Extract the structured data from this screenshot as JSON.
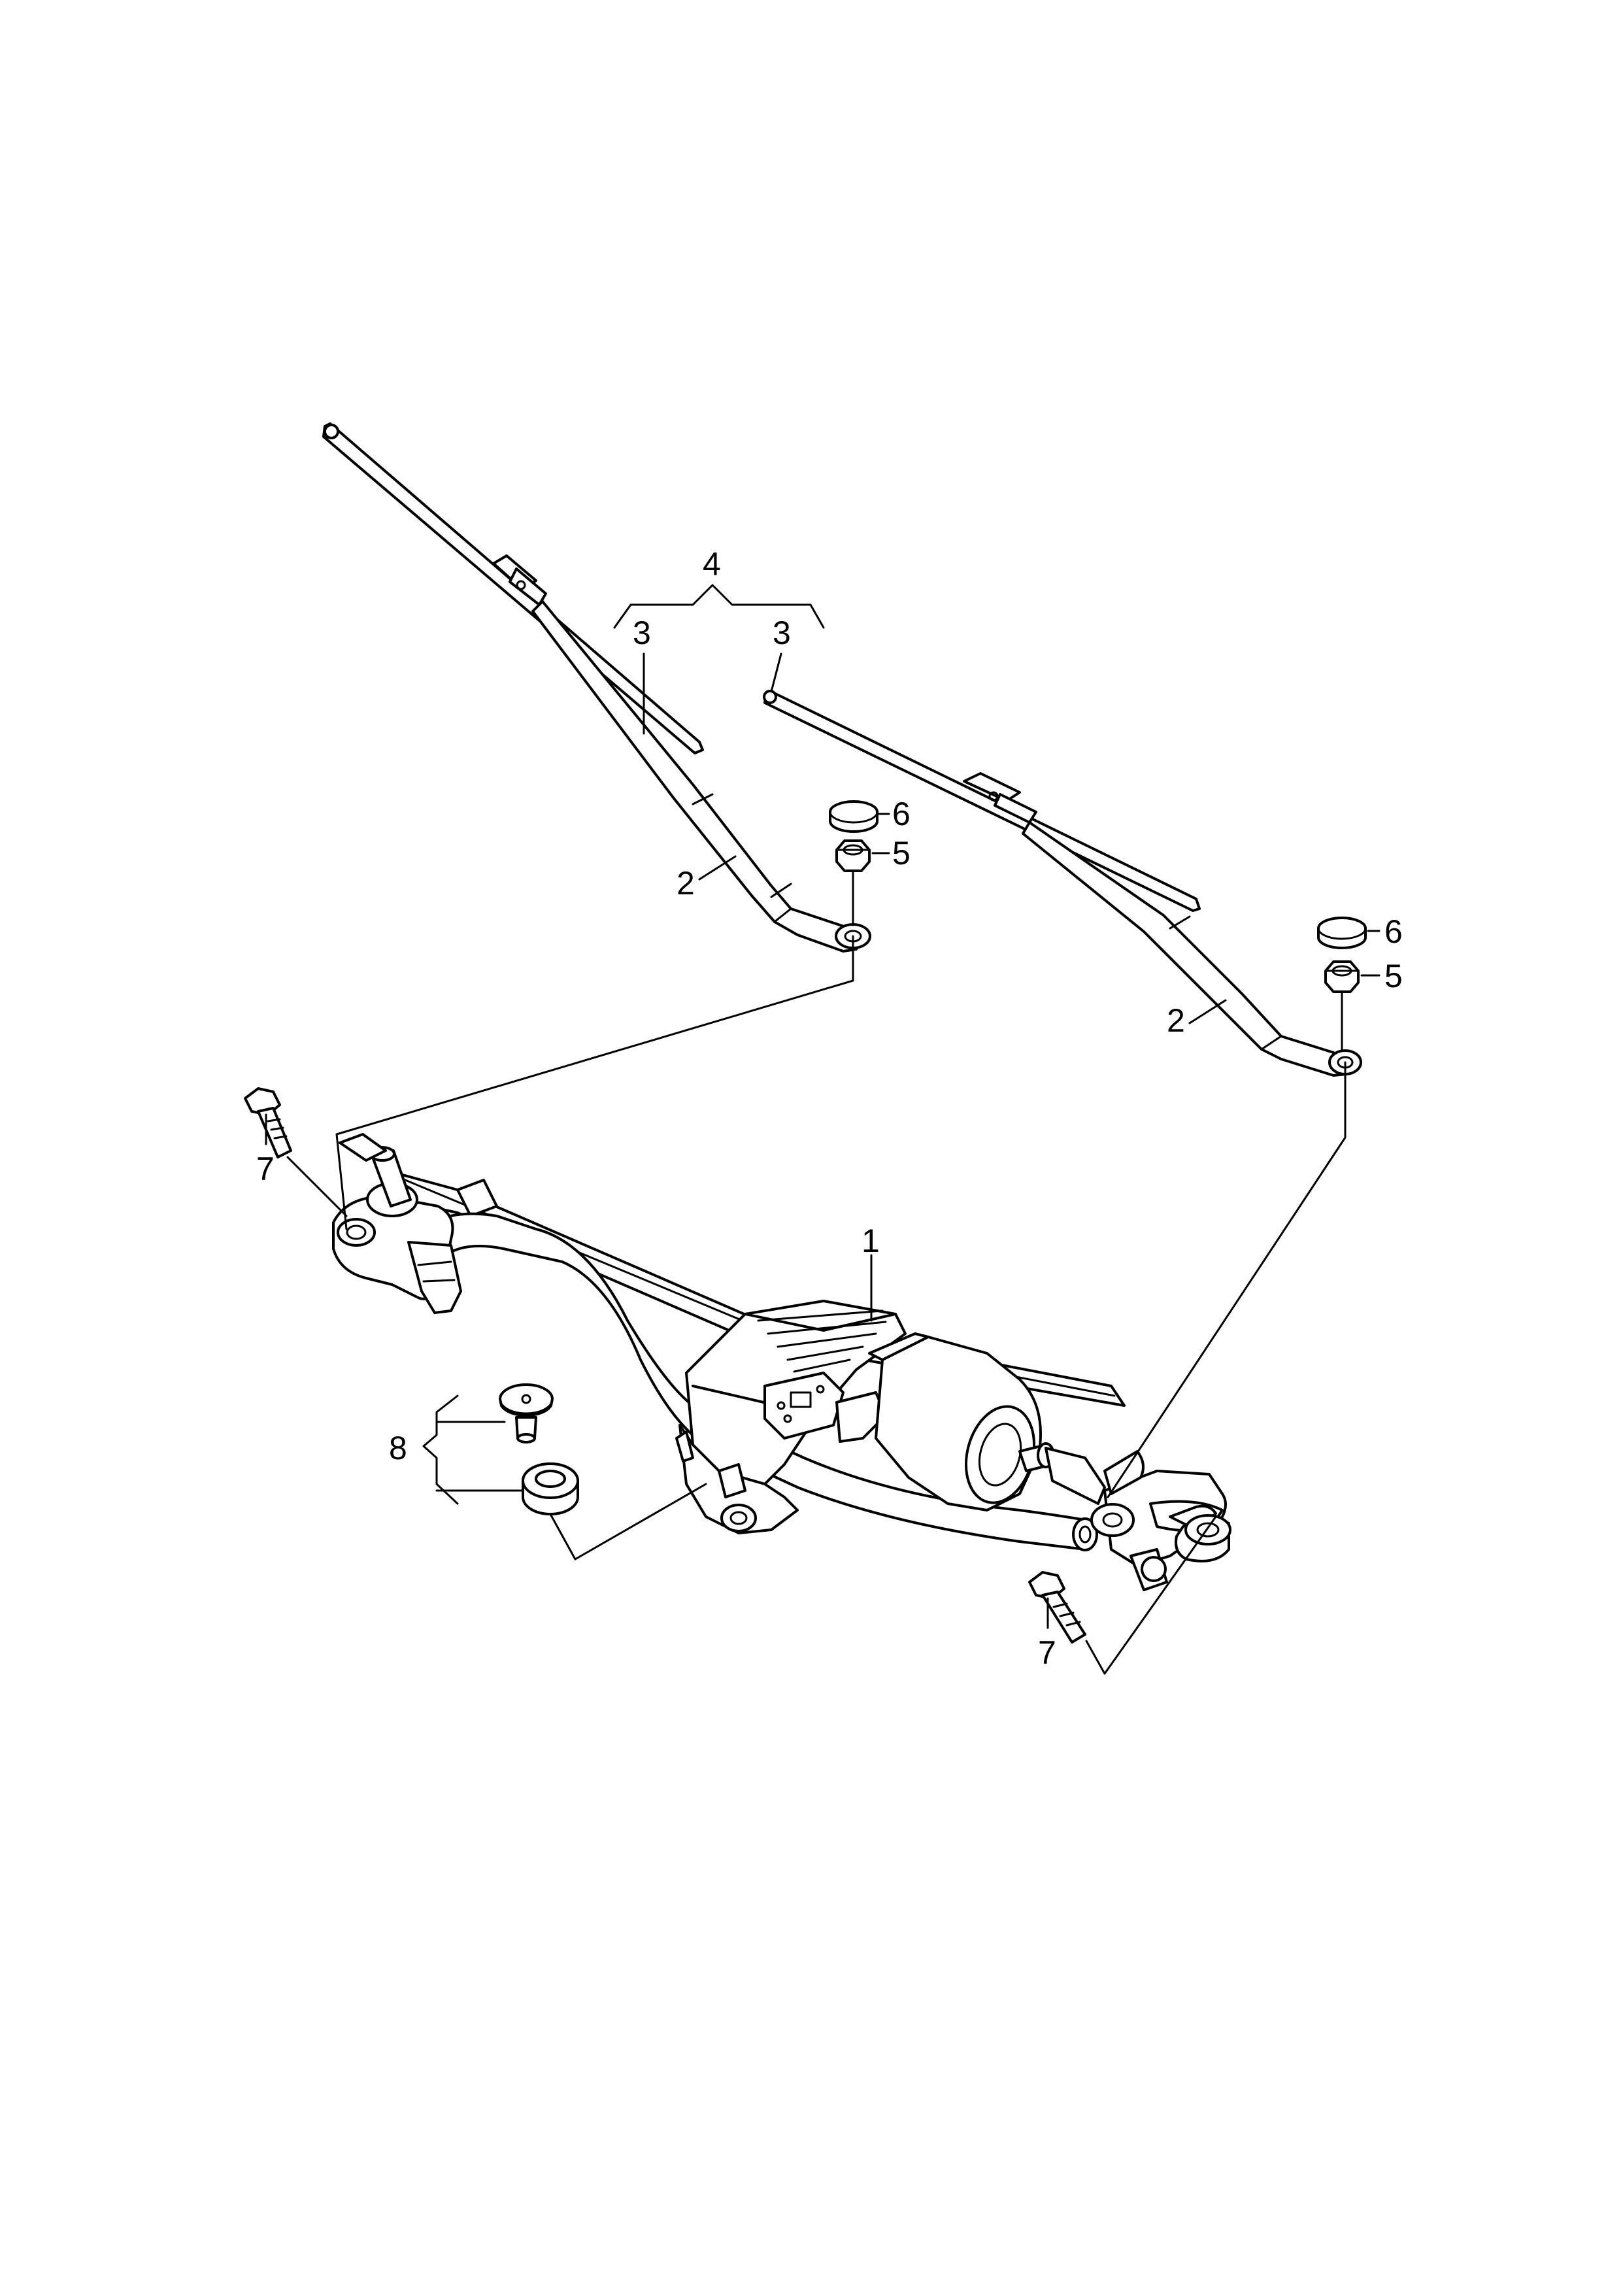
{
  "diagram": {
    "callouts": {
      "c1": "1",
      "c2_left": "2",
      "c2_right": "2",
      "c3_left": "3",
      "c3_right": "3",
      "c4": "4",
      "c5_left": "5",
      "c5_right": "5",
      "c6_left": "6",
      "c6_right": "6",
      "c7_left": "7",
      "c7_right": "7",
      "c8": "8"
    }
  }
}
